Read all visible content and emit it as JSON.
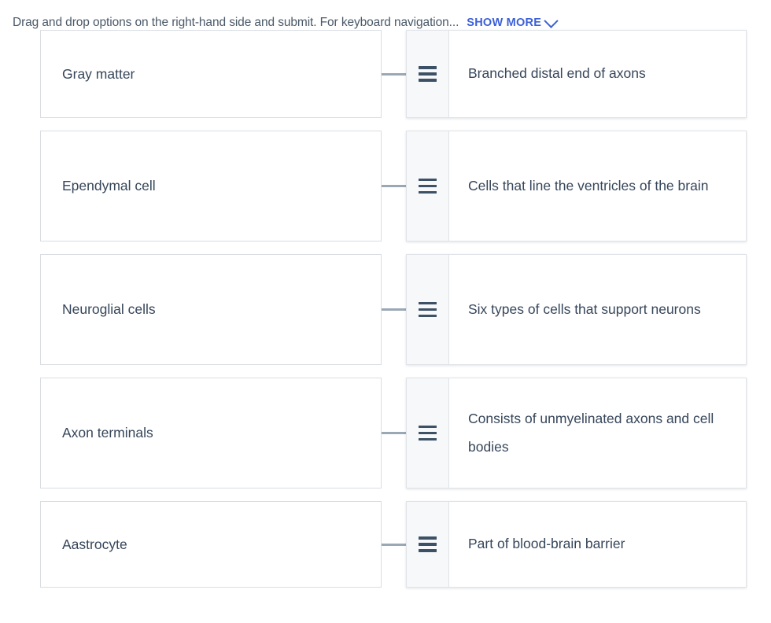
{
  "instruction": {
    "text": "Drag and drop options on the right-hand side and submit. For keyboard navigation...",
    "show_more_label": "SHOW MORE",
    "show_more_icon": "chevron-down-icon",
    "link_color": "#3b60d8",
    "text_color": "#4a5968"
  },
  "theme": {
    "prompt_border": "#d9dde2",
    "card_border": "#dfe3e8",
    "handle_bg": "#f7f8f9",
    "handle_glyph": "#3d5166",
    "connector": "#9aa8b6",
    "text": "#36465a"
  },
  "rows": [
    {
      "prompt": "Gray matter",
      "answer": "Branched distal end of axons",
      "handle_icon": "drag-handle-icon"
    },
    {
      "prompt": "Ependymal cell",
      "answer": "Cells that line the ventricles of the brain",
      "handle_icon": "drag-handle-icon"
    },
    {
      "prompt": "Neuroglial cells",
      "answer": "Six types of cells that support neurons",
      "handle_icon": "drag-handle-icon"
    },
    {
      "prompt": "Axon terminals",
      "answer": "Consists of unmyelinated axons and cell bodies",
      "handle_icon": "drag-handle-icon"
    },
    {
      "prompt": "Aastrocyte",
      "answer": "Part of blood-brain barrier",
      "handle_icon": "drag-handle-icon"
    }
  ]
}
